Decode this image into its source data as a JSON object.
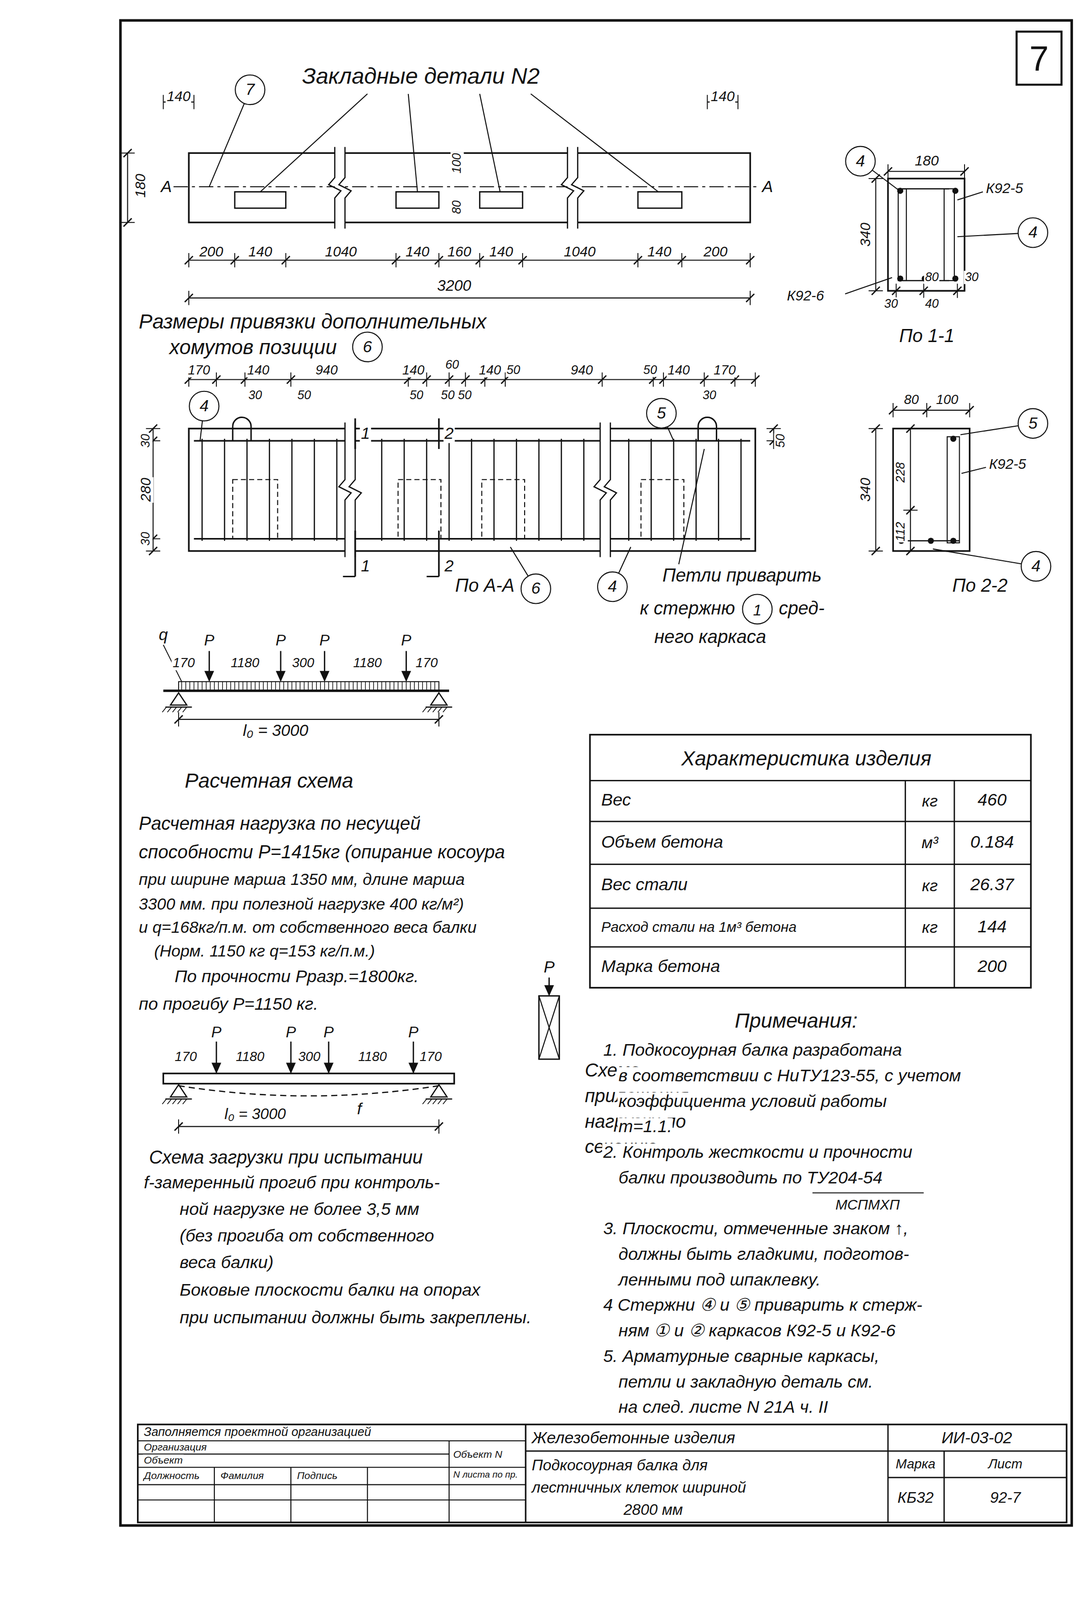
{
  "diagram": {
    "nodes": [
      {
        "text": [
          "7"
        ]
      },
      {
        "text": [
          "7"
        ]
      },
      {
        "text": [
          "4"
        ]
      },
      {
        "text": [
          "4"
        ]
      },
      {
        "text": [
          "6"
        ]
      },
      {
        "text": [
          "4"
        ]
      },
      {
        "text": [
          "5"
        ]
      },
      {
        "text": [
          "5"
        ]
      },
      {
        "text": [
          "6"
        ]
      },
      {
        "text": [
          "4"
        ]
      },
      {
        "text": [
          "1"
        ]
      },
      {
        "text": [
          "4"
        ]
      }
    ],
    "labels": [
      "140",
      "Закладные детали N2",
      "140",
      "180",
      "A",
      "100",
      "80",
      "A",
      "200",
      "140",
      "1040",
      "140",
      "160",
      "140",
      "1040",
      "140",
      "200",
      "3200",
      "180",
      "К92-5",
      "340",
      "К92-6",
      "80",
      "30",
      "30",
      "40",
      "По 1-1",
      "Размеры привязки дополнительных",
      "хомутов позиции",
      "170",
      "140",
      "30",
      "940",
      "50",
      "140",
      "50",
      "60",
      "50 50",
      "140",
      "50",
      "940",
      "50",
      "140",
      "170",
      "30",
      "50",
      "30",
      "280",
      "30",
      "1",
      "2",
      "1",
      "2",
      "По А-А",
      "Петли приварить",
      "к стержню",
      "сред-",
      "него каркаса",
      "80",
      "100",
      "К92-5",
      "340",
      "228",
      "112",
      "По 2-2",
      "q",
      "P",
      "170",
      "1180",
      "P",
      "300",
      "P",
      "1180",
      "P",
      "170",
      "l₀ = 3000",
      "Расчетная схема",
      "Расчетная нагрузка по несущей",
      "способности P=1415кг (опирание косоура",
      "при ширине марша 1350 мм, длине марша",
      "3300 мм. при полезной нагрузке 400 кг/м²)",
      "и q=168кг/п.м. от собственного веса балки",
      "(Норм. 1150 кг q=153 кг/п.м.)",
      "По прочности Рразр.=1800кг.",
      "по прогибу Р=1150 кг.",
      "P",
      "Схема",
      "приложения",
      "нагрузки по",
      "сечению",
      "P",
      "P",
      "P",
      "P",
      "170",
      "1180",
      "300",
      "1180",
      "170",
      "f",
      "l₀ = 3000",
      "Схема загрузки при испытании",
      "f-замеренный прогиб при контроль-",
      "ной нагрузке не более 3,5 мм",
      "(без прогиба от собственного",
      "веса балки)",
      "Боковые плоскости балки на опорах",
      "при испытании должны быть закреплены.",
      "Характеристика изделия",
      "Вес",
      "кг",
      "460",
      "Объем бетона",
      "м³",
      "0.184",
      "Вес стали",
      "кг",
      "26.37",
      "Расход стали на 1м³ бетона",
      "кг",
      "144",
      "Марка бетона",
      "200",
      "Примечания:",
      "1. Подкосоурная балка разработана",
      "в соответствии с НиТУ123-55, с учетом",
      "коэффициента условий работы",
      "m=1.1.",
      "2. Контроль жесткости и прочности",
      "балки производить по ТУ204-54",
      "МСПМХП",
      "3. Плоскости, отмеченные знаком ↑,",
      "должны быть гладкими, подготов-",
      "ленными под шпаклевку.",
      "4 Стержни ④ и ⑤ приварить к стерж-",
      "ням ① и ② каркасов К92-5 и К92-6",
      "5. Арматурные сварные каркасы,",
      "петли и закладную деталь см.",
      "на след. листе N 21А ч. II",
      "Заполняется проектной организацией",
      "Организация",
      "Объект",
      "Объект N",
      "Должность",
      "Фамилия",
      "Подпись",
      "N листа по пр.",
      "Железобетонные изделия",
      "ИИ-03-02",
      "Подкосоурная балка для",
      "лестничных клеток шириной",
      "2800 мм",
      "Марка",
      "Лист",
      "КБ32",
      "92-7"
    ]
  }
}
